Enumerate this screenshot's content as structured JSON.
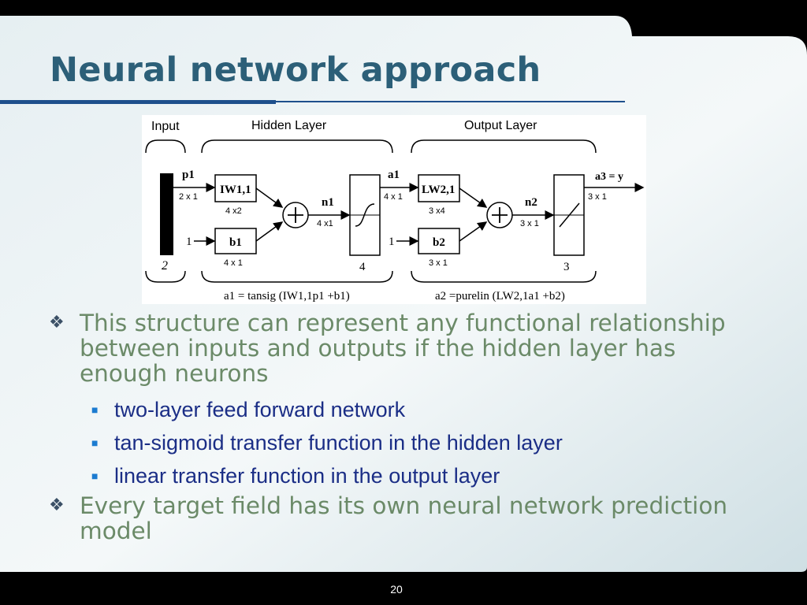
{
  "slide": {
    "title": "Neural network approach",
    "page_number": "20"
  },
  "diagram": {
    "section_labels": {
      "input": "Input",
      "hidden": "Hidden Layer",
      "output": "Output Layer"
    },
    "input": {
      "label": "p1",
      "dim": "2 x 1",
      "size": "2"
    },
    "hidden": {
      "weight": "IW1,1",
      "weight_dim": "4 x2",
      "bias_in": "1",
      "bias": "b1",
      "bias_dim": "4 x 1",
      "net": "n1",
      "net_dim": "4 x1",
      "neurons": "4",
      "out": "a1",
      "out_dim": "4 x 1",
      "equation": "a1 = tansig (IW1,1p1 +b1)"
    },
    "output": {
      "weight": "LW2,1",
      "weight_dim": "3 x4",
      "bias_in": "1",
      "bias": "b2",
      "bias_dim": "3 x 1",
      "net": "n2",
      "net_dim": "3 x 1",
      "neurons": "3",
      "out": "a3 = y",
      "out_dim": "3 x 1",
      "equation": "a2 =purelin (LW2,1a1 +b2)"
    }
  },
  "bullets": [
    {
      "text": "This structure can represent any functional relationship between inputs and outputs if the hidden layer has enough neurons",
      "sub": [
        "two-layer feed forward network",
        "tan-sigmoid transfer function in the hidden layer",
        "linear transfer function in the output layer"
      ]
    },
    {
      "text": "Every target field has its own neural network prediction model",
      "sub": []
    }
  ],
  "icons": {
    "bullet_level1": "diamond-cluster-icon",
    "bullet_level2": "square-bullet-icon"
  },
  "colors": {
    "title": "#2c5f78",
    "rule": "#1e4f8c",
    "bullet_text": "#6b8a68",
    "sub_text": "#1b2e86",
    "sub_marker": "#1b7bd0"
  }
}
